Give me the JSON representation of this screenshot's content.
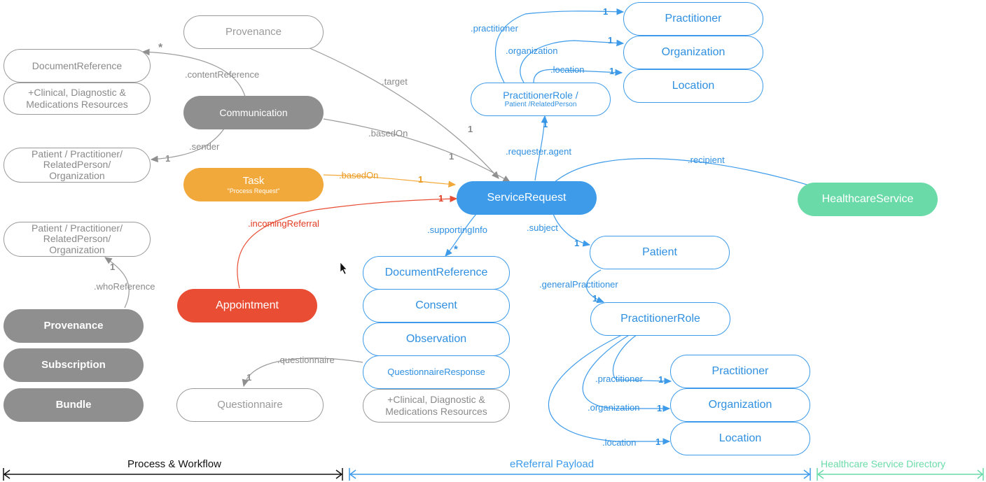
{
  "nodes": {
    "provenance_top": "Provenance",
    "document_reference_left": "DocumentReference",
    "clinical_left": "+Clinical, Diagnostic & Medications Resources",
    "communication": "Communication",
    "patient_group_1": "Patient / Practitioner/ RelatedPerson/ Organization",
    "task_title": "Task",
    "task_subtitle": "\"Process Request\"",
    "patient_group_2": "Patient / Practitioner/ RelatedPerson/ Organization",
    "appointment": "Appointment",
    "provenance_filled": "Provenance",
    "subscription": "Subscription",
    "bundle": "Bundle",
    "questionnaire": "Questionnaire",
    "practitioner_top": "Practitioner",
    "organization_top": "Organization",
    "location_top": "Location",
    "practitioner_role_title": "PractitionerRole /",
    "practitioner_role_sub": "Patient /RelatedPerson",
    "service_request": "ServiceRequest",
    "healthcare_service": "HealthcareService",
    "document_reference_mid": "DocumentReference",
    "consent": "Consent",
    "observation": "Observation",
    "questionnaire_response": "QuestionnaireResponse",
    "clinical_mid": "+Clinical, Diagnostic & Medications Resources",
    "patient": "Patient",
    "practitioner_role_bottom": "PractitionerRole",
    "practitioner_bottom": "Practitioner",
    "organization_bottom": "Organization",
    "location_bottom": "Location"
  },
  "edge_labels": {
    "content_reference": ".contentReference",
    "sender": ".sender",
    "target": ".target",
    "based_on_gray": ".basedOn",
    "based_on_task": ".basedOn",
    "incoming_referral": ".incomingReferral",
    "who_reference": ".whoReference",
    "questionnaire": ".questionnaire",
    "practitioner_top": ".practitioner",
    "organization_top": ".organization",
    "location_top": ".location",
    "requester_agent": ".requester.agent",
    "recipient": ".recipient",
    "supporting_info": ".supportingInfo",
    "subject": ".subject",
    "general_practitioner": ".generalPractitioner",
    "practitioner_bottom": ".practitioner",
    "organization_bottom": ".organization",
    "location_bottom": ".location"
  },
  "multiplicity": {
    "one": "1",
    "many": "*"
  },
  "sections": {
    "process": "Process & Workflow",
    "payload": "eReferral Payload",
    "directory": "Healthcare Service Directory"
  },
  "colors": {
    "gray": "#9a9a9a",
    "blue": "#3d9bea",
    "orange": "#f2a93b",
    "red": "#e94e35",
    "teal": "#6adba8"
  }
}
